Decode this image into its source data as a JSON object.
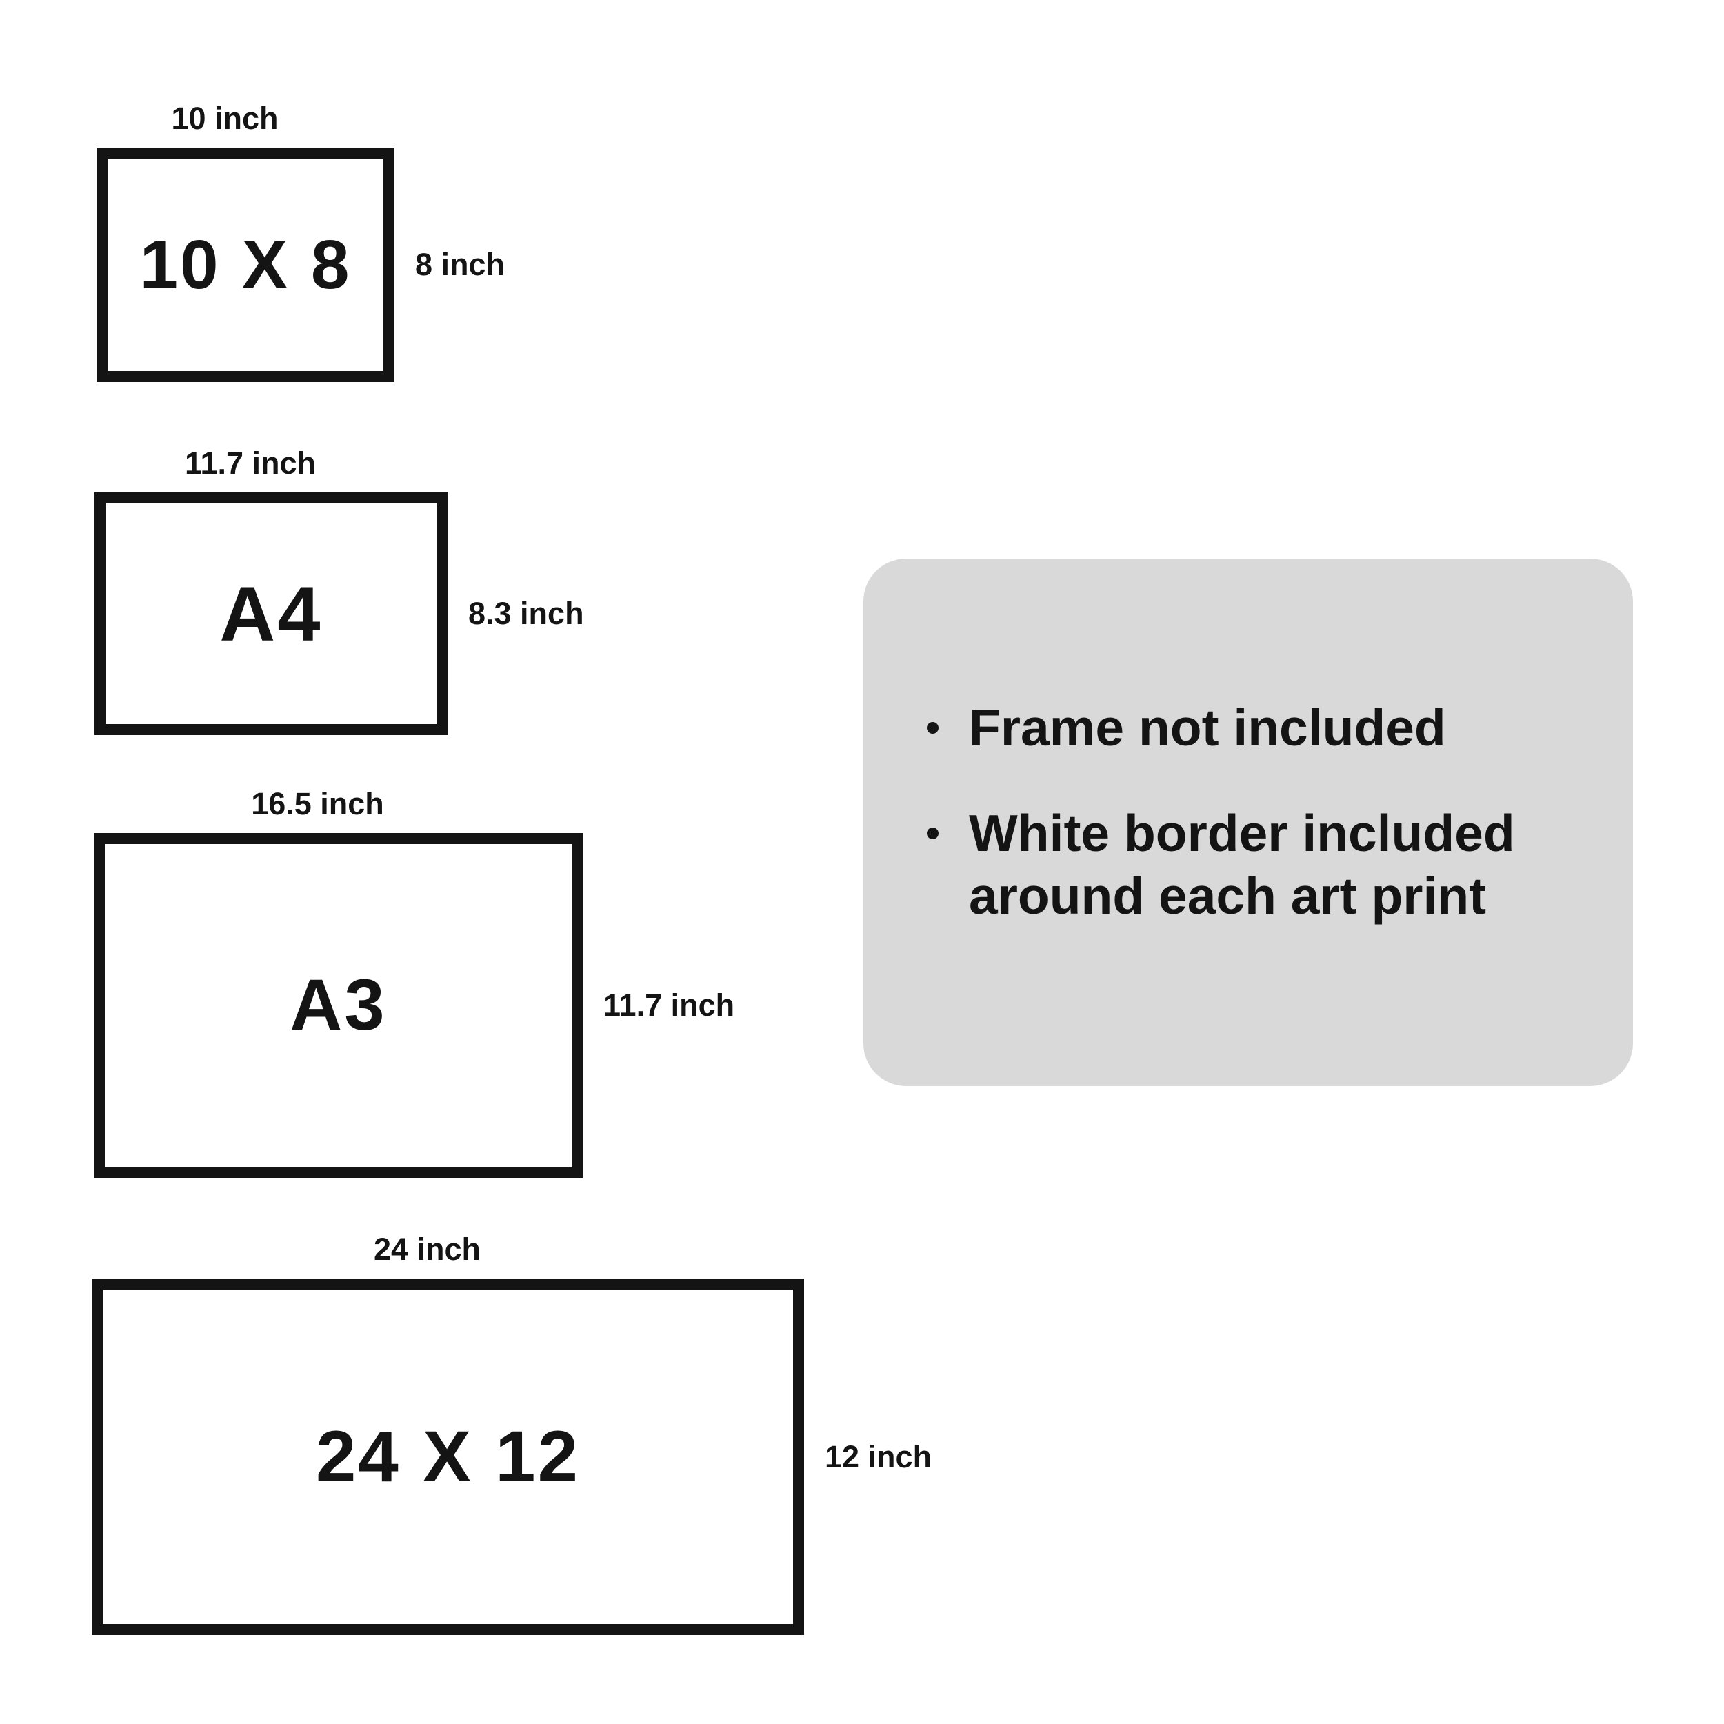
{
  "theme": {
    "page-bg": "#ffffff",
    "ink": "#141414",
    "panel-bg": "#d9d9d9"
  },
  "sizes": [
    {
      "name": "10 X 8",
      "top": "10 inch",
      "side": "8 inch"
    },
    {
      "name": "A4",
      "top": "11.7 inch",
      "side": "8.3 inch"
    },
    {
      "name": "A3",
      "top": "16.5 inch",
      "side": "11.7 inch"
    },
    {
      "name": "24 X 12",
      "top": "24 inch",
      "side": "12 inch"
    }
  ],
  "notes": {
    "items": [
      "Frame not included",
      "White border included around each art print"
    ]
  }
}
